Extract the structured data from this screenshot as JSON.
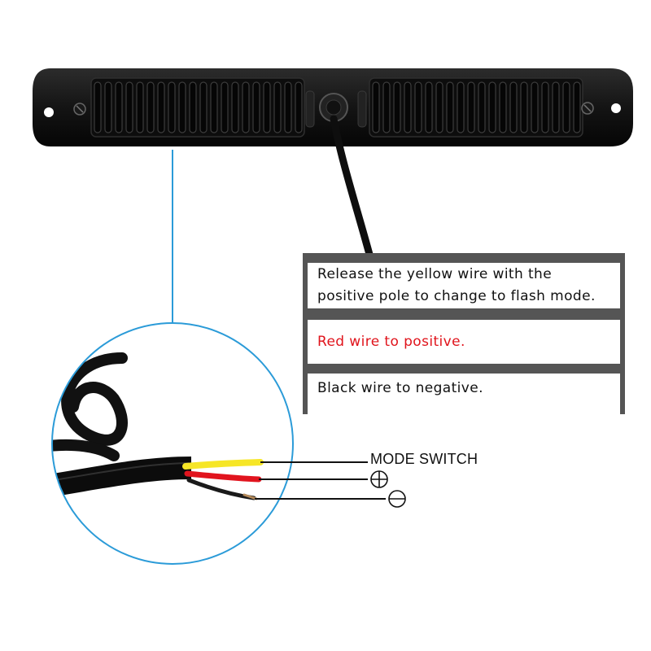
{
  "notes": {
    "yellow_line1": "Release the yellow wire with the",
    "yellow_line2": "positive pole to change to flash mode.",
    "red": "Red wire to positive.",
    "black": "Black wire to negative."
  },
  "labels": {
    "mode_switch": "MODE SWITCH",
    "positive_symbol": "plus-circle-icon",
    "negative_symbol": "minus-circle-icon"
  },
  "colors": {
    "yellow_wire": "#f6e627",
    "red_wire": "#e1141e",
    "black_wire": "#1a1a1a",
    "callout_blue": "#2b9bd8",
    "red_text": "#e0141c"
  }
}
